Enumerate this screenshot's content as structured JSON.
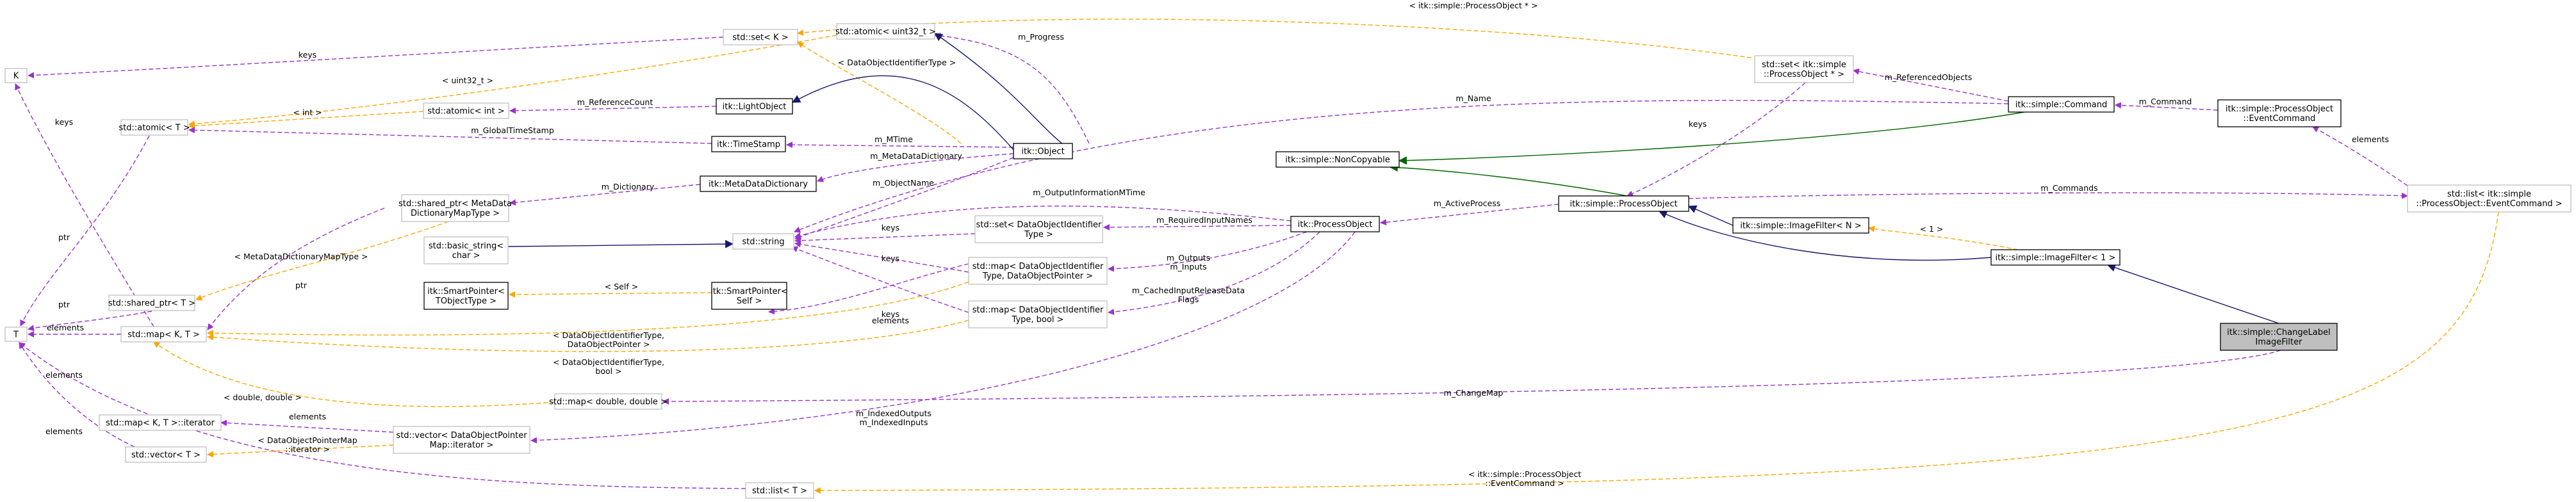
{
  "colors": {
    "usage": "#9a32cd",
    "template": "#ffa500",
    "inheritance": "#191970",
    "inheritance_green": "#006400",
    "focus_fill": "#bfbfbf",
    "grey_border": "#bfbfbf"
  },
  "nodes": {
    "k": [
      "K"
    ],
    "set_k": [
      "std::set< K >"
    ],
    "atomic_uint32": [
      "std::atomic< uint32_t >"
    ],
    "atomic_t": [
      "std::atomic< T >"
    ],
    "atomic_int": [
      "std::atomic< int >"
    ],
    "light_object": [
      "itk::LightObject"
    ],
    "time_stamp": [
      "itk::TimeStamp"
    ],
    "object": [
      "itk::Object"
    ],
    "metadata_dictionary": [
      "itk::MetaDataDictionary"
    ],
    "shared_ptr_metadata": [
      "std::shared_ptr< MetaData",
      "DictionaryMapType >"
    ],
    "shared_ptr_t": [
      "std::shared_ptr< T >"
    ],
    "basic_string": [
      "std::basic_string<",
      "char >"
    ],
    "string": [
      "std::string"
    ],
    "set_dataobject": [
      "std::set< DataObjectIdentifier",
      "Type >"
    ],
    "map_dataobject_ptr": [
      "std::map< DataObjectIdentifier",
      "Type, DataObjectPointer >"
    ],
    "map_dataobject_bool": [
      "std::map< DataObjectIdentifier",
      "Type, bool >"
    ],
    "smart_pointer_tobject": [
      "itk::SmartPointer<",
      "TObjectType >"
    ],
    "smart_pointer_self": [
      "itk::SmartPointer<",
      "Self >"
    ],
    "t": [
      "T"
    ],
    "map_kt": [
      "std::map< K, T >"
    ],
    "map_double": [
      "std::map< double, double >"
    ],
    "map_iterator": [
      "std::map< K, T >::iterator"
    ],
    "vector_t": [
      "std::vector< T >"
    ],
    "vector_dataobject": [
      "std::vector< DataObjectPointer",
      "Map::iterator >"
    ],
    "list_t": [
      "std::list< T >"
    ],
    "process_object": [
      "itk::ProcessObject"
    ],
    "noncopyable": [
      "itk::simple::NonCopyable"
    ],
    "simple_process_object": [
      "itk::simple::ProcessObject"
    ],
    "set_process_object": [
      "std::set< itk::simple",
      "::ProcessObject * >"
    ],
    "command": [
      "itk::simple::Command"
    ],
    "event_command": [
      "itk::simple::ProcessObject",
      "::EventCommand"
    ],
    "list_event_command": [
      "std::list< itk::simple",
      "::ProcessObject::EventCommand >"
    ],
    "image_filter_n": [
      "itk::simple::ImageFilter< N >"
    ],
    "image_filter_1": [
      "itk::simple::ImageFilter< 1 >"
    ],
    "change_label": [
      "itk::simple::ChangeLabel",
      "ImageFilter"
    ]
  },
  "labels": {
    "keys_top": [
      "keys"
    ],
    "process_object_ptr": [
      "< itk::simple::ProcessObject * >"
    ],
    "m_progress": [
      "m_Progress"
    ],
    "uint32": [
      "< uint32_t >"
    ],
    "dataobject_type": [
      "< DataObjectIdentifierType >"
    ],
    "int": [
      "< int >"
    ],
    "m_reference_count": [
      "m_ReferenceCount"
    ],
    "m_global_time_stamp": [
      "m_GlobalTimeStamp"
    ],
    "m_mtime": [
      "m_MTime"
    ],
    "m_metadata_dictionary": [
      "m_MetaDataDictionary"
    ],
    "m_object_name": [
      "m_ObjectName"
    ],
    "m_dictionary": [
      "m_Dictionary"
    ],
    "metadata_maptype": [
      "< MetaDataDictionaryMapType >"
    ],
    "ptr_a": [
      "ptr"
    ],
    "ptr_b": [
      "ptr"
    ],
    "ptr_c": [
      "ptr"
    ],
    "keys_left": [
      "keys"
    ],
    "m_output_info": [
      "m_OutputInformationMTime"
    ],
    "keys_mid1": [
      "keys"
    ],
    "keys_mid2": [
      "keys"
    ],
    "keys_mid3": [
      "keys"
    ],
    "m_required_input_names": [
      "m_RequiredInputNames"
    ],
    "m_outputs_inputs": [
      "m_Outputs",
      "m_Inputs"
    ],
    "m_cached_input": [
      "m_CachedInputReleaseData",
      "Flags"
    ],
    "self": [
      "< Self >"
    ],
    "elements_mid": [
      "elements"
    ],
    "elements_t": [
      "elements"
    ],
    "map_ptr_args": [
      "< DataObjectIdentifierType,",
      "DataObjectPointer >"
    ],
    "map_bool_args": [
      "< DataObjectIdentifierType,",
      "bool >"
    ],
    "double_double": [
      "< double, double >"
    ],
    "m_change_map": [
      "m_ChangeMap"
    ],
    "m_indexed": [
      "m_IndexedOutputs",
      "m_IndexedInputs"
    ],
    "elements_iter": [
      "elements"
    ],
    "elements_vec": [
      "elements"
    ],
    "elements_list": [
      "elements"
    ],
    "iterator_args": [
      "< DataObjectPointerMap",
      "::iterator >"
    ],
    "event_command_args": [
      "< itk::simple::ProcessObject",
      "::EventCommand >"
    ],
    "m_active_process": [
      "m_ActiveProcess"
    ],
    "m_name": [
      "m_Name"
    ],
    "keys_right": [
      "keys"
    ],
    "m_referenced_objects": [
      "m_ReferencedObjects"
    ],
    "m_command": [
      "m_Command"
    ],
    "m_commands": [
      "m_Commands"
    ],
    "elements_right": [
      "elements"
    ],
    "one": [
      "< 1 >"
    ]
  }
}
